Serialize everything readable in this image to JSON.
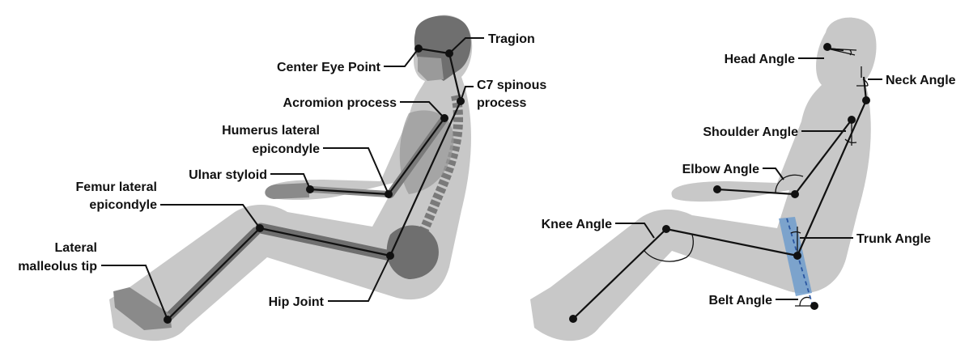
{
  "landmark_figure": {
    "labels": {
      "center_eye_point": "Center Eye Point",
      "tragion": "Tragion",
      "c7_spinous_line1": "C7 spinous",
      "c7_spinous_line2": "process",
      "acromion_process": "Acromion process",
      "humerus_line1": "Humerus lateral",
      "humerus_line2": "epicondyle",
      "ulnar_styloid": "Ulnar styloid",
      "femur_line1": "Femur lateral",
      "femur_line2": "epicondyle",
      "malleolus_line1": "Lateral",
      "malleolus_line2": "malleolus tip",
      "hip_joint": "Hip Joint"
    }
  },
  "angle_figure": {
    "labels": {
      "head_angle": "Head Angle",
      "neck_angle": "Neck Angle",
      "shoulder_angle": "Shoulder Angle",
      "elbow_angle": "Elbow Angle",
      "knee_angle": "Knee Angle",
      "trunk_angle": "Trunk Angle",
      "belt_angle": "Belt Angle"
    }
  },
  "colors": {
    "body_silhouette": "#c8c8c8",
    "bone": "#7a7a7a",
    "belt": "#6f9ccc",
    "belt_centerline": "#2a55a0",
    "ink": "#111111"
  }
}
